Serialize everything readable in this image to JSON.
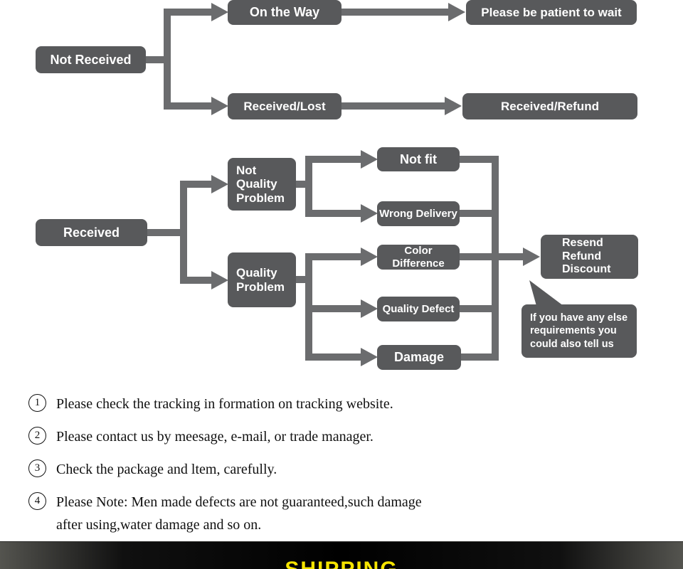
{
  "flowchart": {
    "nodes": {
      "not_received": "Not Received",
      "on_the_way": "On the Way",
      "be_patient": "Please be patient to wait",
      "received_lost": "Received/Lost",
      "received_refund": "Received/Refund",
      "received": "Received",
      "not_quality_problem": "Not\nQuality\nProblem",
      "quality_problem": "Quality\nProblem",
      "not_fit": "Not fit",
      "wrong_delivery": "Wrong Delivery",
      "color_difference": "Color Difference",
      "quality_defect": "Quality Defect",
      "damage": "Damage",
      "resend": "Resend\nRefund\nDiscount"
    },
    "bubble": "If you have any else\nrequirements you\ncould also tell us"
  },
  "notes": {
    "items": [
      {
        "num": "1",
        "text": "Please check the tracking in formation on tracking website."
      },
      {
        "num": "2",
        "text": "Please contact us by meesage, e-mail, or trade manager."
      },
      {
        "num": "3",
        "text": "Check the package and ltem, carefully."
      },
      {
        "num": "4",
        "text": "Please Note: Men made defects  are not guaranteed,such damage\nafter using,water damage and so on."
      }
    ]
  },
  "footer": {
    "title": "SHIPPING"
  },
  "colors": {
    "node_bg": "#58595b",
    "connector": "#6b6c6e",
    "footer_text": "#f5e400"
  }
}
